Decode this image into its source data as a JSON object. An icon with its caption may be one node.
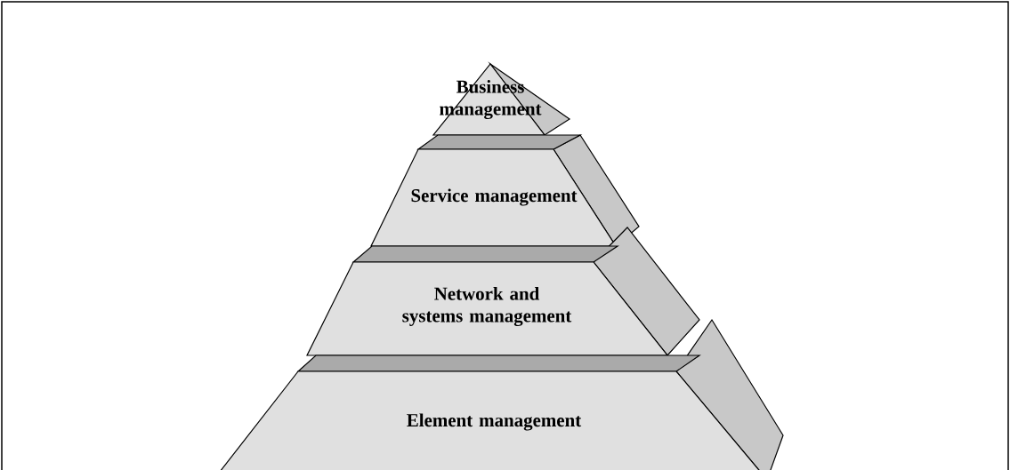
{
  "diagram": {
    "nodes": [
      {
        "text": [
          "Business management"
        ]
      },
      {
        "text": [
          "Service management"
        ]
      },
      {
        "text": [
          "Network and systems management"
        ]
      },
      {
        "text": [
          "Element management"
        ]
      }
    ]
  }
}
